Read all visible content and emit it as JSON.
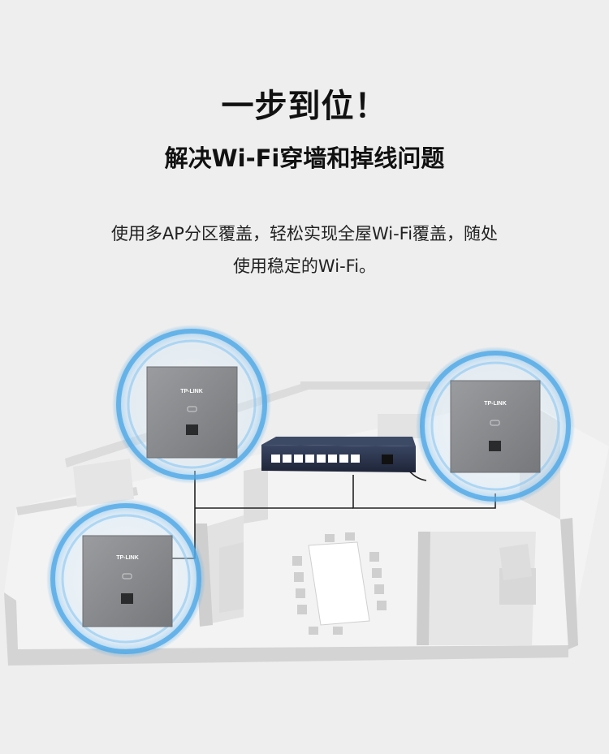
{
  "headline": "一步到位！",
  "subheadline": "解决Wi-Fi穿墙和掉线问题",
  "description": {
    "line1": "使用多AP分区覆盖，轻松实现全屋Wi-Fi覆盖，随处",
    "line2": "使用稳定的Wi-Fi。"
  },
  "devices": {
    "ap_brand": "TP-LINK",
    "ap_top_left_brand": "TP-LINK",
    "ap_right_brand": "TP-LINK",
    "ap_bottom_left_brand": "TP-LINK"
  },
  "colors": {
    "background": "#eeeeee",
    "coverage_ring": "#3a9be0",
    "ap_panel": "#8a8c8f",
    "switch_body": "#27324a",
    "cable": "#222222",
    "floor": "#f4f4f4",
    "wall": "#d7d7d7"
  }
}
